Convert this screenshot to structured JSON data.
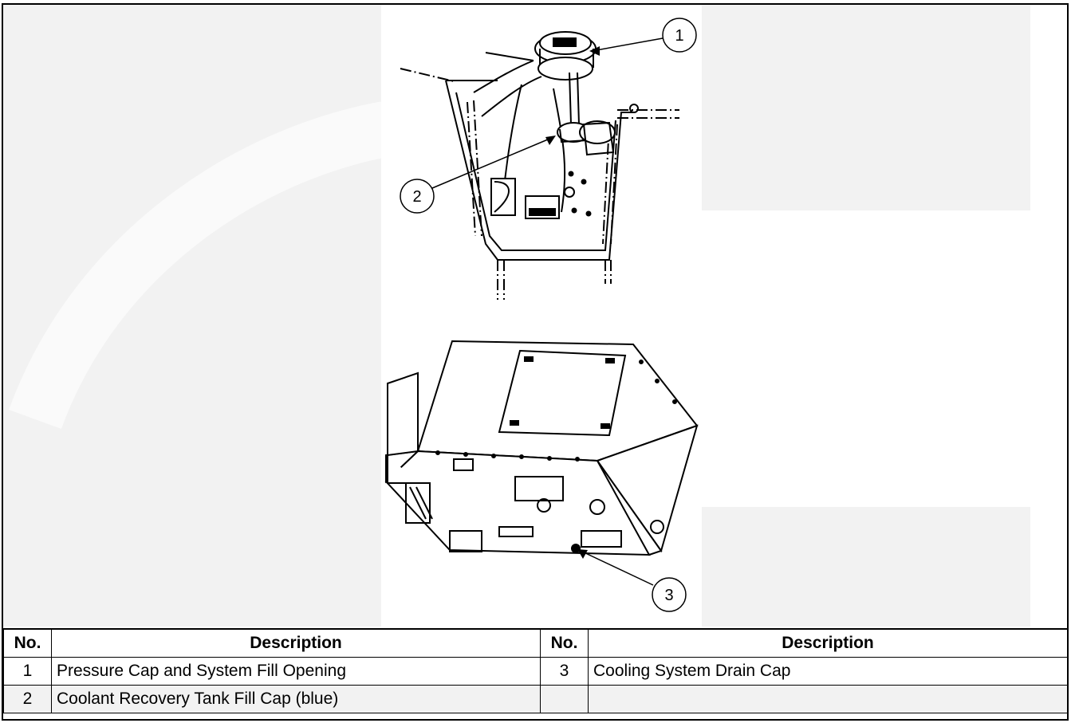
{
  "figure": {
    "callouts": [
      {
        "label": "1"
      },
      {
        "label": "2"
      },
      {
        "label": "3"
      }
    ]
  },
  "table": {
    "headers": [
      "No.",
      "Description",
      "No.",
      "Description"
    ],
    "rows": [
      {
        "no_left": "1",
        "desc_left": "Pressure Cap and System Fill Opening",
        "no_right": "3",
        "desc_right": "Cooling System Drain Cap"
      },
      {
        "no_left": "2",
        "desc_left": "Coolant Recovery Tank Fill Cap (blue)",
        "no_right": "",
        "desc_right": ""
      }
    ]
  }
}
